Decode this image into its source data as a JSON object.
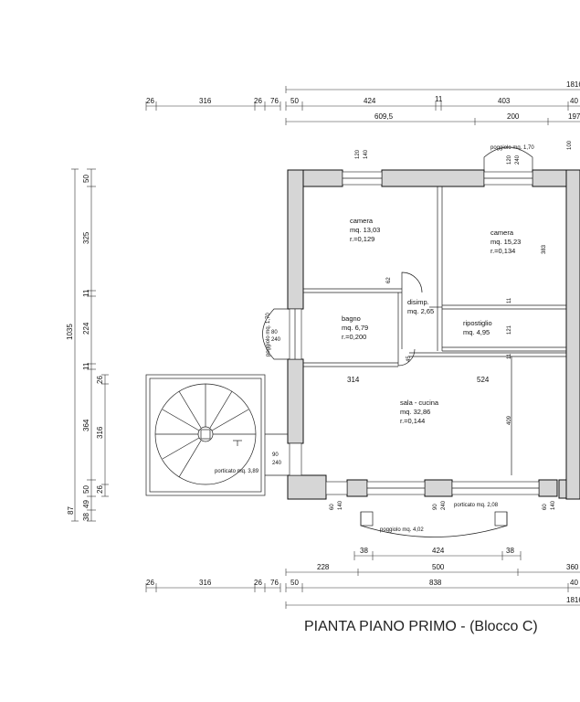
{
  "title": "PIANTA PIANO PRIMO - (Blocco C)",
  "rooms": {
    "camera1": {
      "name": "camera",
      "area": "mq. 13,03",
      "ratio": "r.=0,129"
    },
    "camera2": {
      "name": "camera",
      "area": "mq. 15,23",
      "ratio": "r.=0,134"
    },
    "bagno": {
      "name": "bagno",
      "area": "mq. 6,79",
      "ratio": "r.=0,200"
    },
    "disimp": {
      "name": "disimp.",
      "area": "mq. 2,65"
    },
    "ripostiglio": {
      "name": "ripostiglio",
      "area": "mq. 4,95"
    },
    "sala": {
      "name": "sala - cucina",
      "area": "mq. 32,86",
      "ratio": "r.=0,144"
    }
  },
  "outdoor": {
    "poggiolo_top": "poggiolo mq. 1,70",
    "poggiolo_left": "poggiolo mq. 1,70",
    "porticato_left": "porticato mq. 3,89",
    "porticato_bottom": "porticato mq. 2,08",
    "poggiolo_bottom": "poggiolo mq. 4,02"
  },
  "dims": {
    "top_total": "1816",
    "top_left": [
      "26",
      "316",
      "26",
      "76"
    ],
    "top_row1": [
      "50",
      "424",
      "11",
      "403",
      "40"
    ],
    "top_row2": [
      "609,5",
      "200",
      "197"
    ],
    "left_total": "1035",
    "left_col": [
      "50",
      "325",
      "11",
      "224",
      "11",
      "364",
      "50",
      "87",
      "49",
      "38"
    ],
    "left_inner": [
      "26",
      "316",
      "26"
    ],
    "bottom_row1": [
      "38",
      "424",
      "38"
    ],
    "bottom_row2": [
      "228",
      "500",
      "360"
    ],
    "bottom_left": [
      "26",
      "316",
      "26",
      "76"
    ],
    "bottom_row3": [
      "50",
      "838",
      "40"
    ],
    "bottom_total": "1816",
    "interior": {
      "d120a": "120",
      "d140a": "140",
      "d120b": "120",
      "d240b": "240",
      "d100": "100",
      "d383": "383",
      "d62": "62",
      "d11a": "11",
      "d121": "121",
      "d11b": "11",
      "d80": "80",
      "d240c": "240",
      "d45": "45",
      "d314": "314",
      "d524": "524",
      "d409": "409",
      "d90a": "90",
      "d240d": "240",
      "d60a": "60",
      "d140b": "140",
      "d90b": "90",
      "d240e": "240",
      "d60b": "60",
      "d140c": "140"
    }
  }
}
